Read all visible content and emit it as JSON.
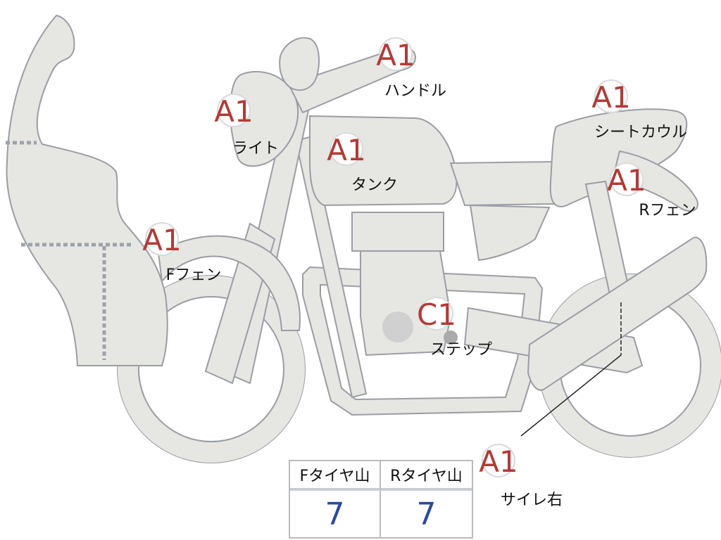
{
  "colors": {
    "part_fill": "#e6e6e3",
    "part_stroke": "#9a9da4",
    "grade_A": "#b23a36",
    "tread_value": "#2b4aa0"
  },
  "parts": [
    {
      "label": "ハンドル",
      "grade": "A1"
    },
    {
      "label": "ライト",
      "grade": "A1"
    },
    {
      "label": "タンク",
      "grade": "A1"
    },
    {
      "label": "シートカウル",
      "grade": "A1"
    },
    {
      "label": "Rフェン",
      "grade": "A1"
    },
    {
      "label": "Fフェン",
      "grade": "A1"
    },
    {
      "label": "ステップ",
      "grade": "C1"
    },
    {
      "label": "サイレ右",
      "grade": "A1"
    }
  ],
  "tread_table": {
    "front_header": "Fタイヤ山",
    "rear_header": "Rタイヤ山",
    "front_value": "7",
    "rear_value": "7"
  }
}
